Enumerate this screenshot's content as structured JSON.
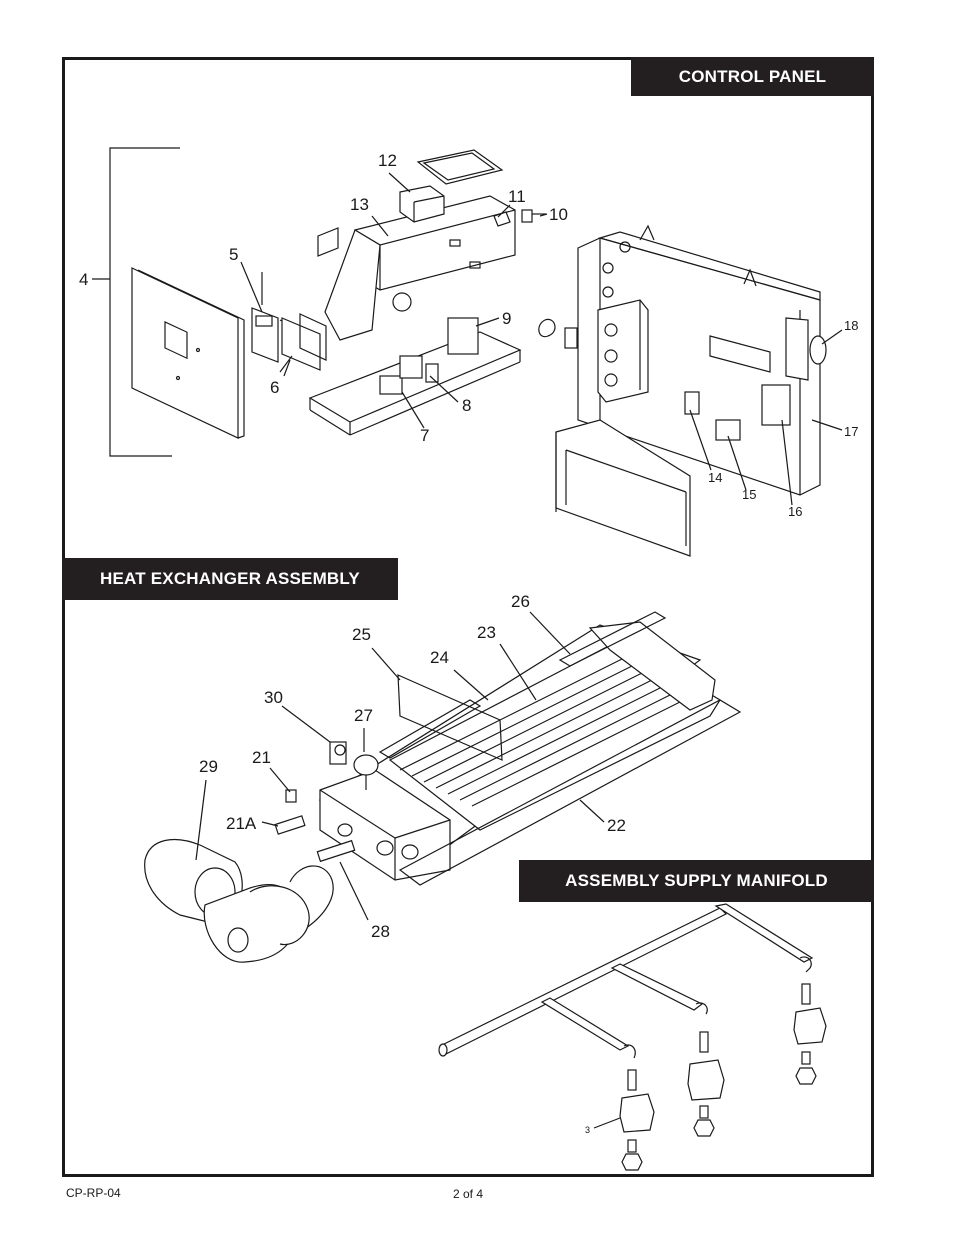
{
  "headers": {
    "control_panel": "CONTROL PANEL",
    "heat_exchanger": "HEAT EXCHANGER ASSEMBLY",
    "supply_manifold": "ASSEMBLY SUPPLY MANIFOLD"
  },
  "callouts": {
    "c4": "4",
    "c5": "5",
    "c6": "6",
    "c7": "7",
    "c8": "8",
    "c9": "9",
    "c10": "10",
    "c11": "11",
    "c12": "12",
    "c13": "13",
    "c14": "14",
    "c15": "15",
    "c16": "16",
    "c17": "17",
    "c18": "18",
    "c21": "21",
    "c21a": "21A",
    "c22": "22",
    "c23": "23",
    "c24": "24",
    "c25": "25",
    "c26": "26",
    "c27": "27",
    "c28": "28",
    "c29": "29",
    "c30": "30",
    "c3": "3"
  },
  "footer": {
    "code": "CP-RP-04",
    "page": "2 of 4"
  }
}
